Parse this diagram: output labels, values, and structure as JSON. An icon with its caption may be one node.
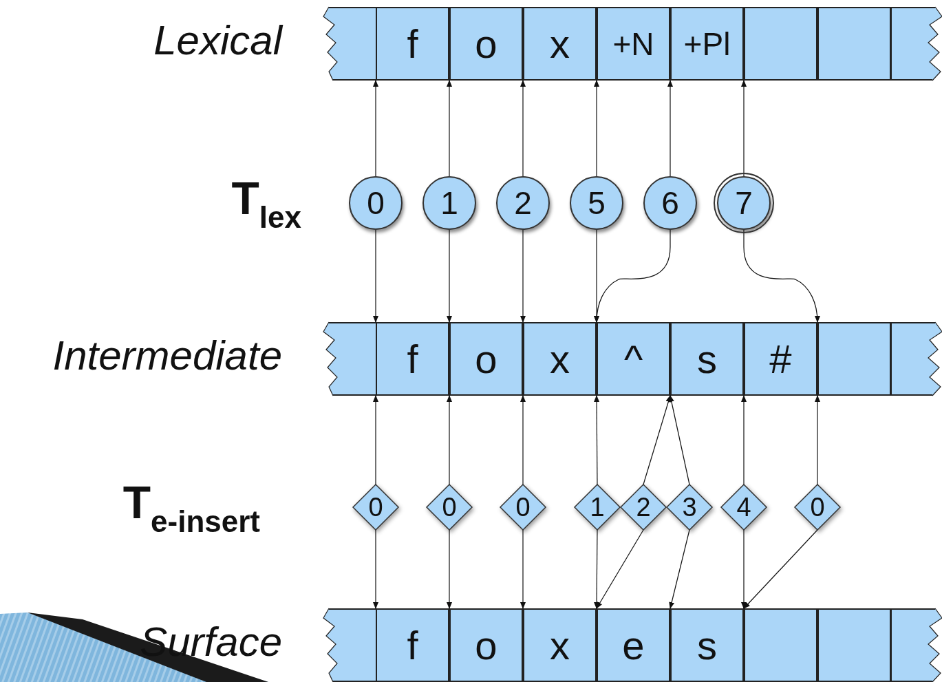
{
  "diagram": {
    "nodes": [
      {
        "text": [],
        "shape": "bar",
        "beside": [
          "Lexical"
        ]
      },
      {
        "text": [
          "f"
        ],
        "in": 0
      },
      {
        "text": [
          "o"
        ],
        "in": 0
      },
      {
        "text": [
          "x"
        ],
        "in": 0
      },
      {
        "text": [
          "+N"
        ],
        "in": 0
      },
      {
        "text": [
          "+Pl"
        ],
        "in": 0
      },
      {
        "text": [],
        "shape": "box",
        "in": 0
      },
      {
        "text": [],
        "shape": "box",
        "in": 0
      },
      {
        "text": [
          "0"
        ]
      },
      {
        "text": [
          "1"
        ]
      },
      {
        "text": [
          "2"
        ]
      },
      {
        "text": [
          "5"
        ]
      },
      {
        "text": [
          "6"
        ]
      },
      {
        "text": [
          "7"
        ]
      },
      {
        "text": [],
        "shape": "bar",
        "beside": [
          "Intermediate"
        ]
      },
      {
        "text": [
          "f"
        ],
        "in": 14
      },
      {
        "text": [
          "o"
        ],
        "in": 14
      },
      {
        "text": [
          "x"
        ],
        "in": 14
      },
      {
        "text": [
          "^"
        ],
        "in": 14
      },
      {
        "text": [
          "s"
        ],
        "in": 14
      },
      {
        "text": [
          "#"
        ],
        "in": 14
      },
      {
        "text": [],
        "shape": "box",
        "in": 14
      },
      {
        "text": [
          "0"
        ]
      },
      {
        "text": [
          "0"
        ]
      },
      {
        "text": [
          "0"
        ]
      },
      {
        "text": [
          "1"
        ]
      },
      {
        "text": [
          "2"
        ]
      },
      {
        "text": [
          "3"
        ]
      },
      {
        "text": [
          "4"
        ]
      },
      {
        "text": [
          "0"
        ]
      },
      {
        "text": [],
        "shape": "bar",
        "beside": [
          "Surface"
        ]
      },
      {
        "text": [
          "f"
        ],
        "in": 30
      },
      {
        "text": [
          "o"
        ],
        "in": 30
      },
      {
        "text": [
          "x"
        ],
        "in": 30
      },
      {
        "text": [
          "e"
        ],
        "in": 30
      },
      {
        "text": [
          "s"
        ],
        "in": 30
      },
      {
        "text": [],
        "shape": "box",
        "in": 30
      },
      {
        "text": [],
        "shape": "box",
        "in": 30
      }
    ],
    "edges": [
      {
        "from": 8,
        "to": 1,
        "arrow": "to"
      },
      {
        "from": 9,
        "to": 2,
        "arrow": "to"
      },
      {
        "from": 10,
        "to": 3,
        "arrow": "to"
      },
      {
        "from": 11,
        "to": 4,
        "arrow": "to"
      },
      {
        "from": 12,
        "to": 5,
        "arrow": "to"
      },
      {
        "from": 13,
        "to": 6,
        "arrow": "to"
      },
      {
        "from": 8,
        "to": 15,
        "arrow": "to"
      },
      {
        "from": 9,
        "to": 16,
        "arrow": "to"
      },
      {
        "from": 10,
        "to": 17,
        "arrow": "to"
      },
      {
        "from": 11,
        "to": 18,
        "arrow": "to"
      },
      {
        "from": 12,
        "to": 18,
        "arrow": "to"
      },
      {
        "from": 13,
        "to": 21,
        "arrow": "to"
      },
      {
        "from": 22,
        "to": 15,
        "arrow": "to"
      },
      {
        "from": 23,
        "to": 16,
        "arrow": "to"
      },
      {
        "from": 24,
        "to": 17,
        "arrow": "to"
      },
      {
        "from": 25,
        "to": 18,
        "arrow": "to"
      },
      {
        "from": 26,
        "to": 19,
        "arrow": "to"
      },
      {
        "from": 27,
        "to": 19,
        "arrow": "to"
      },
      {
        "from": 28,
        "to": 20,
        "arrow": "to"
      },
      {
        "from": 29,
        "to": 21,
        "arrow": "to"
      },
      {
        "from": 22,
        "to": 31,
        "arrow": "to"
      },
      {
        "from": 23,
        "to": 32,
        "arrow": "to"
      },
      {
        "from": 24,
        "to": 33,
        "arrow": "to"
      },
      {
        "from": 25,
        "to": 34,
        "arrow": "to"
      },
      {
        "from": 26,
        "to": 34,
        "arrow": "to"
      },
      {
        "from": 27,
        "to": 35,
        "arrow": "to"
      },
      {
        "from": 28,
        "to": 36,
        "arrow": "to"
      },
      {
        "from": 29,
        "to": 36,
        "arrow": "to"
      }
    ],
    "labels": [
      "T$_{lex}$",
      "T$_{e-insert}$"
    ]
  }
}
